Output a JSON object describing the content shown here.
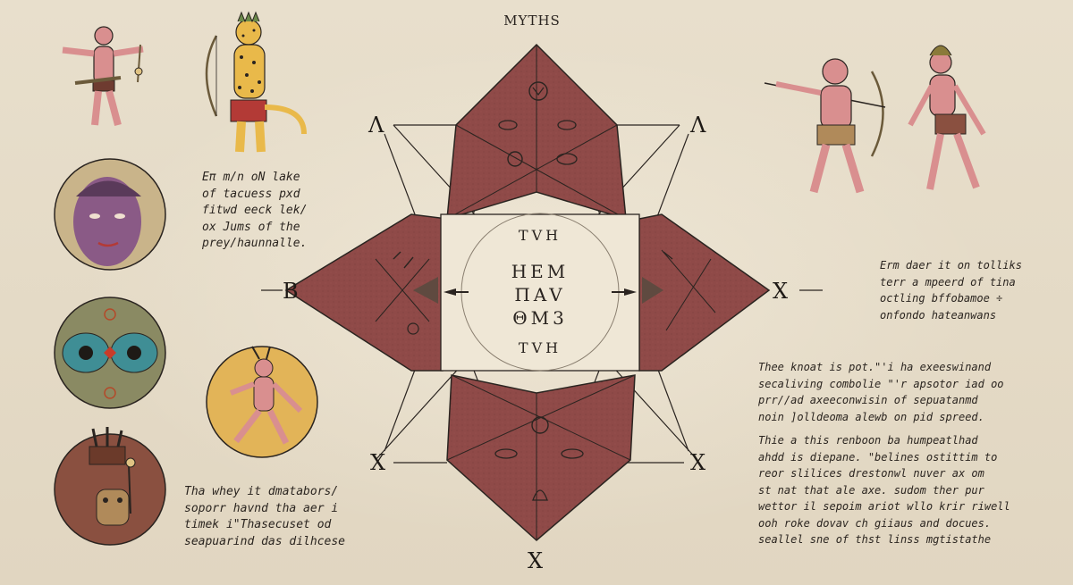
{
  "title": "MYTHS",
  "corner_labels": {
    "top_left": "Λ",
    "top_right": "Λ",
    "left": "B",
    "right": "X",
    "bottom_left": "X",
    "bottom_right": "X",
    "bottom": "X"
  },
  "center_text": {
    "line1": "TVH",
    "line2": "HEM",
    "line3": "ΠAV",
    "line4": "ΘM3",
    "line5": "TVH"
  },
  "captions": {
    "left_upper": "Eπ m/n oN lake\nof tacuess pxd\nfitwd eeck lek/\nox Jums of the\nprey/haunnalle.",
    "left_lower": "Tha whey it dmatabors/\nsoporr havnd tha aer i\ntimek i\"Thasecuset od\nseapuarind das dilhcese",
    "right_upper": "Erm daer it on tolliks\nterr a mpeerd of tina\noctling bffobamoe ÷\nonfondo hateanwans",
    "right_middle": "Thee knoat is pot.\"'i ha exeeswinand\nsecaliving combolie \"'r apsotor iad oo\nprr//ad axeeconwisin of sepuatanmd\nnoin ]olldeoma alewb on pid spreed.",
    "right_lower": "Thie a this renboon ba humpeatlhad\nahdd is diepane. \"belines ostittim to\nreor slilices drestonwl nuver ax om\nst nat that ale axe. sudom ther pur\nwettor il sepoim ariot wllo krir riwell\nooh roke dovav ch giiaus and docues.\nseallel sne of thst linss mgtistathe"
  },
  "colors": {
    "background": "#e5dbc7",
    "ochre_red": "#8f4a48",
    "ink": "#2a2420",
    "skin_pink": "#d98f8f",
    "jaguar_yellow": "#e9b94a",
    "teal": "#3f8e95",
    "olive": "#8a8a63",
    "medallion_yellow": "#e2b458"
  },
  "icons": [
    "figure-with-staff-icon",
    "jaguar-warrior-icon",
    "purple-face-medallion-icon",
    "teal-eyes-medallion-icon",
    "headdress-medallion-icon",
    "dancer-medallion-icon",
    "jaguar-archer-icon",
    "warrior-icon"
  ]
}
